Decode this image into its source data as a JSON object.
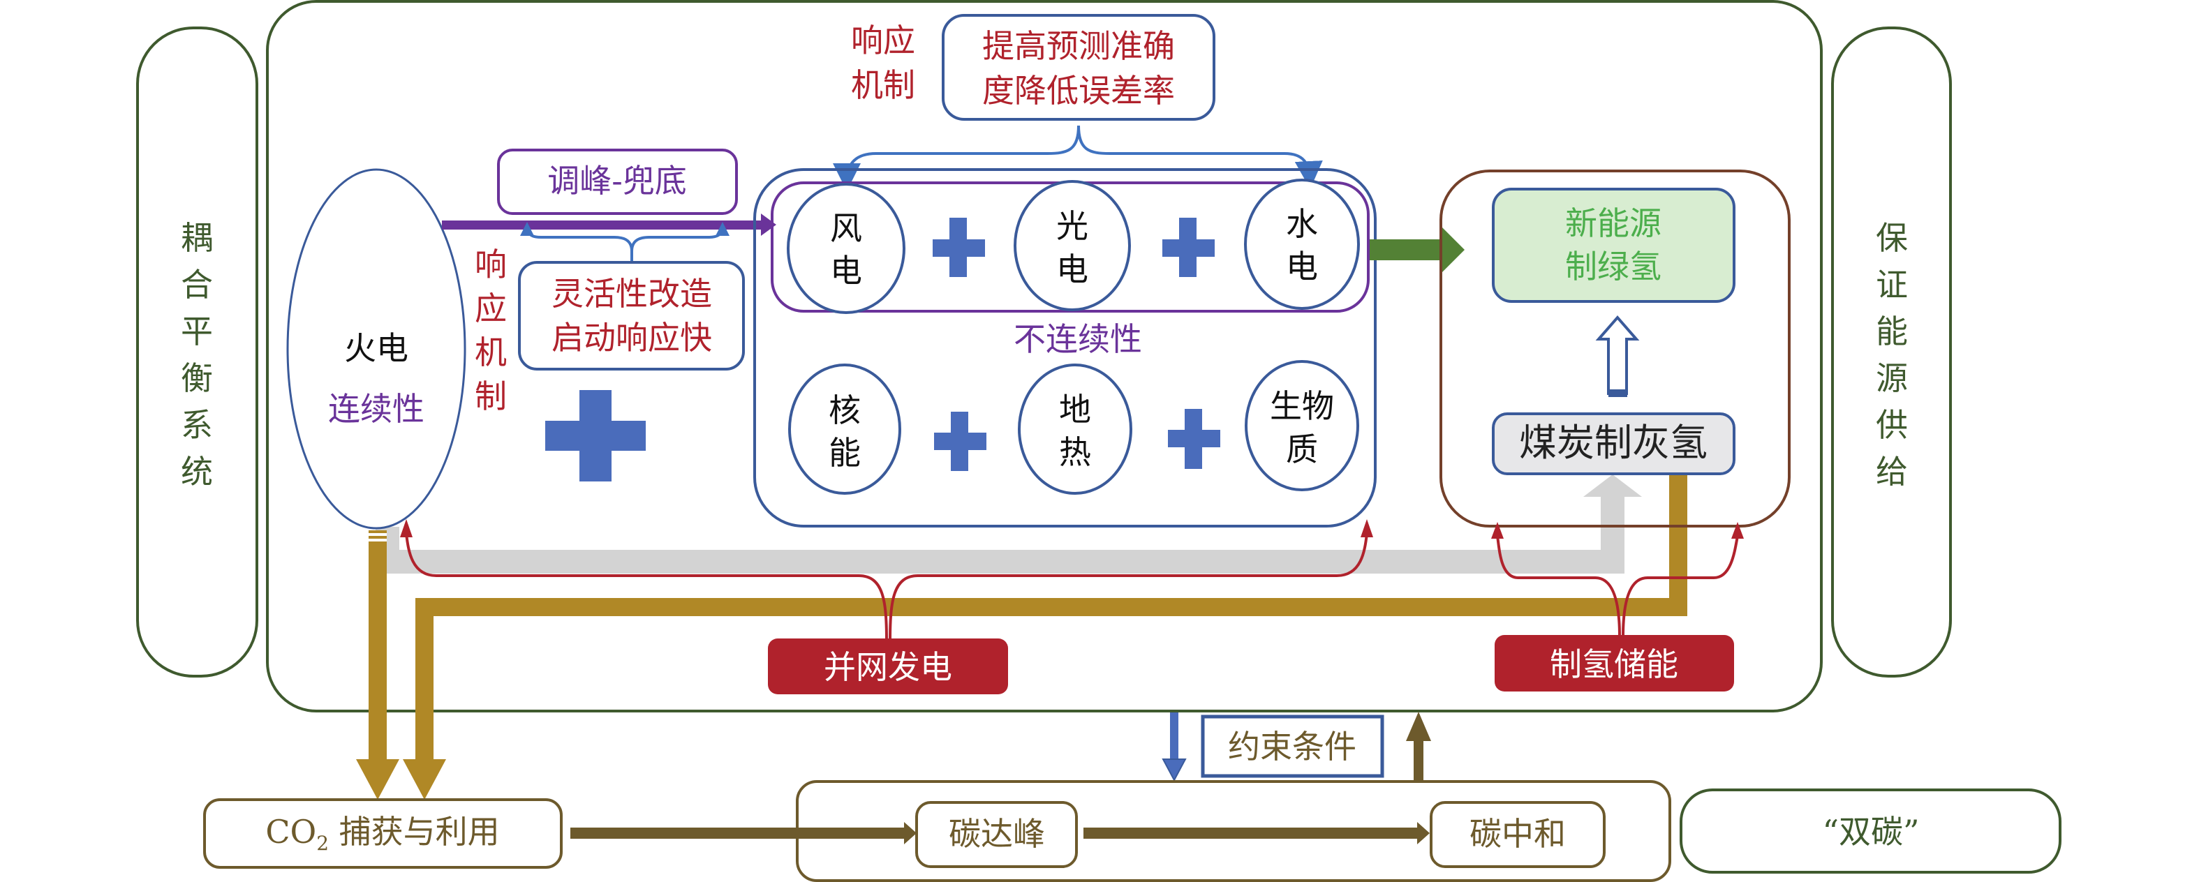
{
  "colors": {
    "dark_green": "#3f5a2e",
    "blue": "#3a5a9a",
    "purple": "#6a339a",
    "red_text": "#b0222c",
    "red_fill": "#b0222c",
    "gold": "#b08826",
    "olive": "#6d5a2c",
    "brown": "#74402a",
    "grey": "#d3d3d3",
    "plus_blue": "#4a6cbb",
    "green_arrow": "#538135",
    "green_fill": "#d8edd1",
    "green_text": "#4cae4c",
    "grey_fill": "#e7e7e9"
  },
  "left_pillar": {
    "chars": [
      "耦",
      "合",
      "平",
      "衡",
      "系",
      "统"
    ]
  },
  "right_pillar": {
    "chars": [
      "保",
      "证",
      "能",
      "源",
      "供",
      "给"
    ]
  },
  "top": {
    "mechanism_label": [
      "响应",
      "机制"
    ],
    "forecast_box": [
      "提高预测准确",
      "度降低误差率"
    ]
  },
  "thermal": {
    "title": "火电",
    "property": "连续性"
  },
  "peak_box": "调峰-兜底",
  "mechanism_vertical": [
    "响",
    "应",
    "机",
    "制"
  ],
  "flex_box": [
    "灵活性改造",
    "启动响应快"
  ],
  "renewables": {
    "top_row": [
      [
        "风",
        "电"
      ],
      [
        "光",
        "电"
      ],
      [
        "水",
        "电"
      ]
    ],
    "property": "不连续性",
    "bottom_row": [
      [
        "核",
        "能"
      ],
      [
        "地",
        "热"
      ],
      [
        "生物",
        "质"
      ]
    ]
  },
  "hydrogen": {
    "green": [
      "新能源",
      "制绿氢"
    ],
    "grey": "煤炭制灰氢"
  },
  "action_labels": {
    "grid": "并网发电",
    "hydrogen_storage": "制氢储能"
  },
  "constraint": "约束条件",
  "bottom": {
    "co2_prefix": "CO",
    "co2_sub": "2",
    "co2_rest": " 捕获与利用",
    "carbon_peak": "碳达峰",
    "carbon_neutral": "碳中和",
    "dual_carbon": "“双碳”"
  }
}
